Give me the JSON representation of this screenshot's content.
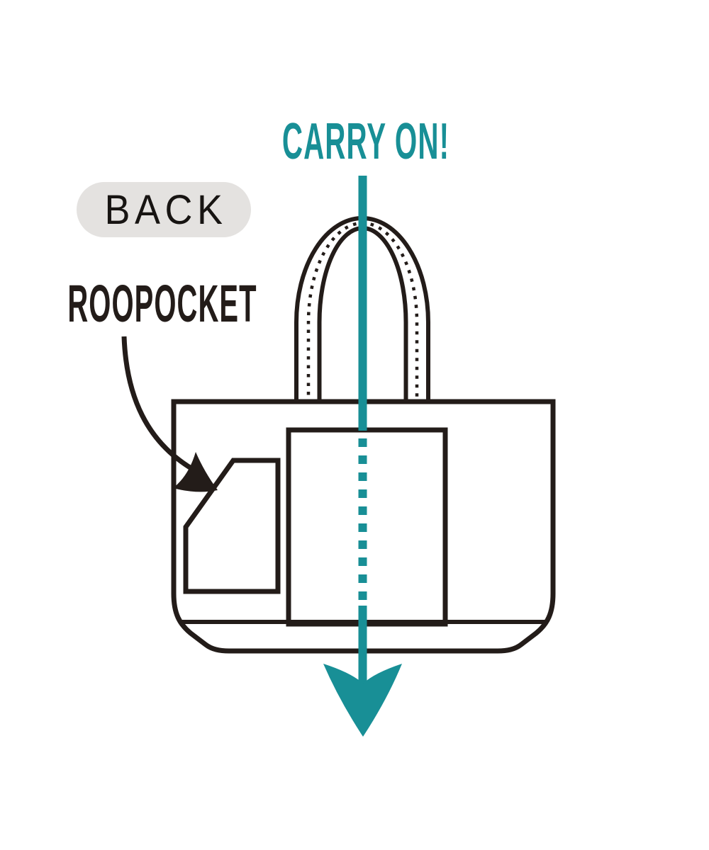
{
  "title": "Tote bag back view diagram",
  "labels": {
    "carry_on": "CARRY ON!",
    "back": "BACK",
    "roopocket": "ROOPOCKET"
  },
  "colors": {
    "teal": "#188f96",
    "ink": "#231c19",
    "pill": "#e4e2e0",
    "paper": "#ffffff"
  }
}
